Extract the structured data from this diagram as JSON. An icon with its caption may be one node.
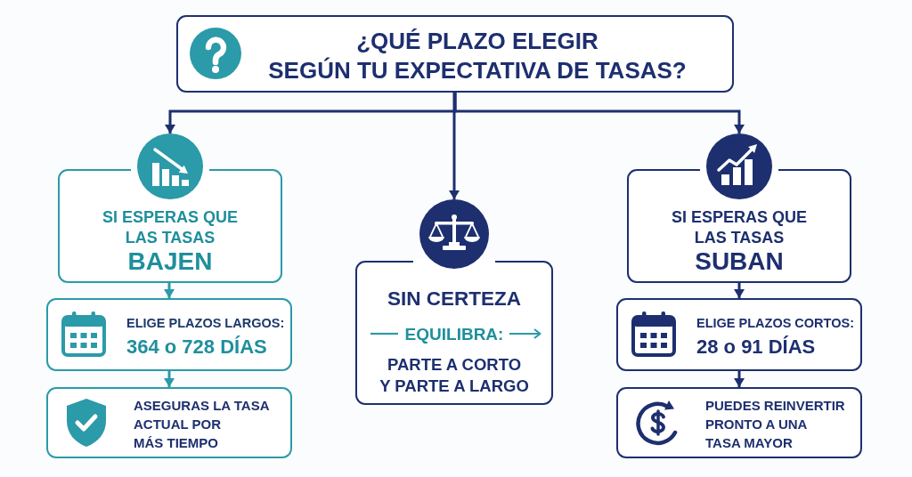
{
  "diagram": {
    "nodes": [
      {
        "text": [
          "¿QUÉ PLAZO ELEGIR SEGÚN TU EXPECTATIVA DE TASAS?"
        ]
      },
      {
        "text": [
          "SI ESPERAS QUE LAS TASAS",
          "BAJEN"
        ]
      },
      {
        "text": [
          "ELIGE PLAZOS LARGOS:",
          "364 o 728 DÍAS"
        ]
      },
      {
        "text": [
          "ASEGURAS LA TASA ACTUAL POR MÁS TIEMPO"
        ]
      },
      {
        "text": [
          "SIN CERTEZA",
          "EQUILIBRA:",
          "PARTE A CORTO Y PARTE A LARGO"
        ]
      },
      {
        "text": [
          "SI ESPERAS QUE LAS TASAS",
          "SUBAN"
        ]
      },
      {
        "text": [
          "ELIGE PLAZOS CORTOS:",
          "28 o 91 DÍAS"
        ]
      },
      {
        "text": [
          "PUEDES REINVERTIR PRONTO A UNA TASA MAYOR"
        ]
      }
    ],
    "edges": [
      {
        "from": 0,
        "to": 1,
        "arrow": "to"
      },
      {
        "from": 0,
        "to": 4,
        "arrow": "to"
      },
      {
        "from": 0,
        "to": 5,
        "arrow": "to"
      },
      {
        "from": 1,
        "to": 2,
        "arrow": "to",
        "color": "#2b9aa9"
      },
      {
        "from": 2,
        "to": 3,
        "arrow": "to",
        "color": "#2b9aa9"
      },
      {
        "from": 5,
        "to": 6,
        "arrow": "to"
      },
      {
        "from": 6,
        "to": 7,
        "arrow": "to"
      }
    ]
  }
}
